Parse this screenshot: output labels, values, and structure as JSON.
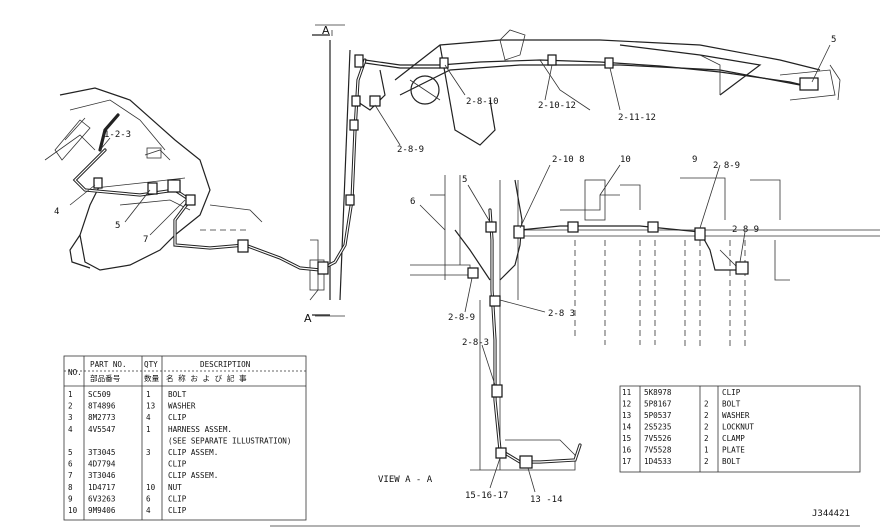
{
  "section_marks": {
    "top": "A",
    "bottom": "A"
  },
  "main_view_labels": [
    {
      "id": "l-5-top",
      "text": "5"
    },
    {
      "id": "l-2810",
      "text": "2-8-10"
    },
    {
      "id": "l-21012",
      "text": "2-10-12"
    },
    {
      "id": "l-21112",
      "text": "2-11-12"
    },
    {
      "id": "l-289-a",
      "text": "2-8-9"
    },
    {
      "id": "l-123",
      "text": "1-2-3"
    },
    {
      "id": "l-4",
      "text": "4"
    },
    {
      "id": "l-5-left",
      "text": "5"
    },
    {
      "id": "l-7",
      "text": "7"
    }
  ],
  "view_a_labels": [
    {
      "id": "v-5",
      "text": "5"
    },
    {
      "id": "v-2108",
      "text": "2-10 8"
    },
    {
      "id": "v-10",
      "text": "10"
    },
    {
      "id": "v-9",
      "text": "9"
    },
    {
      "id": "v-289-r",
      "text": "2 8-9"
    },
    {
      "id": "v-289-r2",
      "text": "2 8 9"
    },
    {
      "id": "v-6",
      "text": "6"
    },
    {
      "id": "v-289-l",
      "text": "2-8-9"
    },
    {
      "id": "v-283-a",
      "text": "2-8 3"
    },
    {
      "id": "v-283-b",
      "text": "2-8-3"
    },
    {
      "id": "v-151617",
      "text": "15-16-17"
    },
    {
      "id": "v-1314",
      "text": "13 -14"
    }
  ],
  "view_caption": "VIEW A - A",
  "drawing_number": "J344421",
  "parts_table": {
    "headers": {
      "no": "NO.",
      "part_no": "PART NO.",
      "part_no_jp": "部品番号",
      "qty": "QTY",
      "qty_jp": "数量",
      "description": "DESCRIPTION",
      "description_jp": "名 称 お よ び 記 事"
    },
    "rows": [
      {
        "no": "1",
        "part_no": "SC509",
        "qty": "1",
        "desc": "BOLT"
      },
      {
        "no": "2",
        "part_no": "8T4896",
        "qty": "13",
        "desc": "WASHER"
      },
      {
        "no": "3",
        "part_no": "8M2773",
        "qty": "4",
        "desc": "CLIP"
      },
      {
        "no": "4",
        "part_no": "4V5547",
        "qty": "1",
        "desc": "HARNESS ASSEM."
      },
      {
        "no": "",
        "part_no": "",
        "qty": "",
        "desc": "(SEE SEPARATE ILLUSTRATION)"
      },
      {
        "no": "5",
        "part_no": "3T3045",
        "qty": "3",
        "desc": "CLIP ASSEM."
      },
      {
        "no": "6",
        "part_no": "4D7794",
        "qty": "",
        "desc": "CLIP"
      },
      {
        "no": "7",
        "part_no": "3T3046",
        "qty": "",
        "desc": "CLIP ASSEM."
      },
      {
        "no": "8",
        "part_no": "1D4717",
        "qty": "10",
        "desc": "NUT"
      },
      {
        "no": "9",
        "part_no": "6V3263",
        "qty": "6",
        "desc": "CLIP"
      },
      {
        "no": "10",
        "part_no": "9M9406",
        "qty": "4",
        "desc": "CLIP"
      }
    ]
  },
  "parts_table_2": {
    "rows": [
      {
        "no": "11",
        "part_no": "5K8978",
        "qty": "",
        "desc": "CLIP"
      },
      {
        "no": "12",
        "part_no": "5P8167",
        "qty": "2",
        "desc": "BOLT"
      },
      {
        "no": "13",
        "part_no": "5P0537",
        "qty": "2",
        "desc": "WASHER"
      },
      {
        "no": "14",
        "part_no": "2S5235",
        "qty": "2",
        "desc": "LOCKNUT"
      },
      {
        "no": "15",
        "part_no": "7V5526",
        "qty": "2",
        "desc": "CLAMP"
      },
      {
        "no": "16",
        "part_no": "7V5528",
        "qty": "1",
        "desc": "PLATE"
      },
      {
        "no": "17",
        "part_no": "1D4533",
        "qty": "2",
        "desc": "BOLT"
      }
    ]
  }
}
